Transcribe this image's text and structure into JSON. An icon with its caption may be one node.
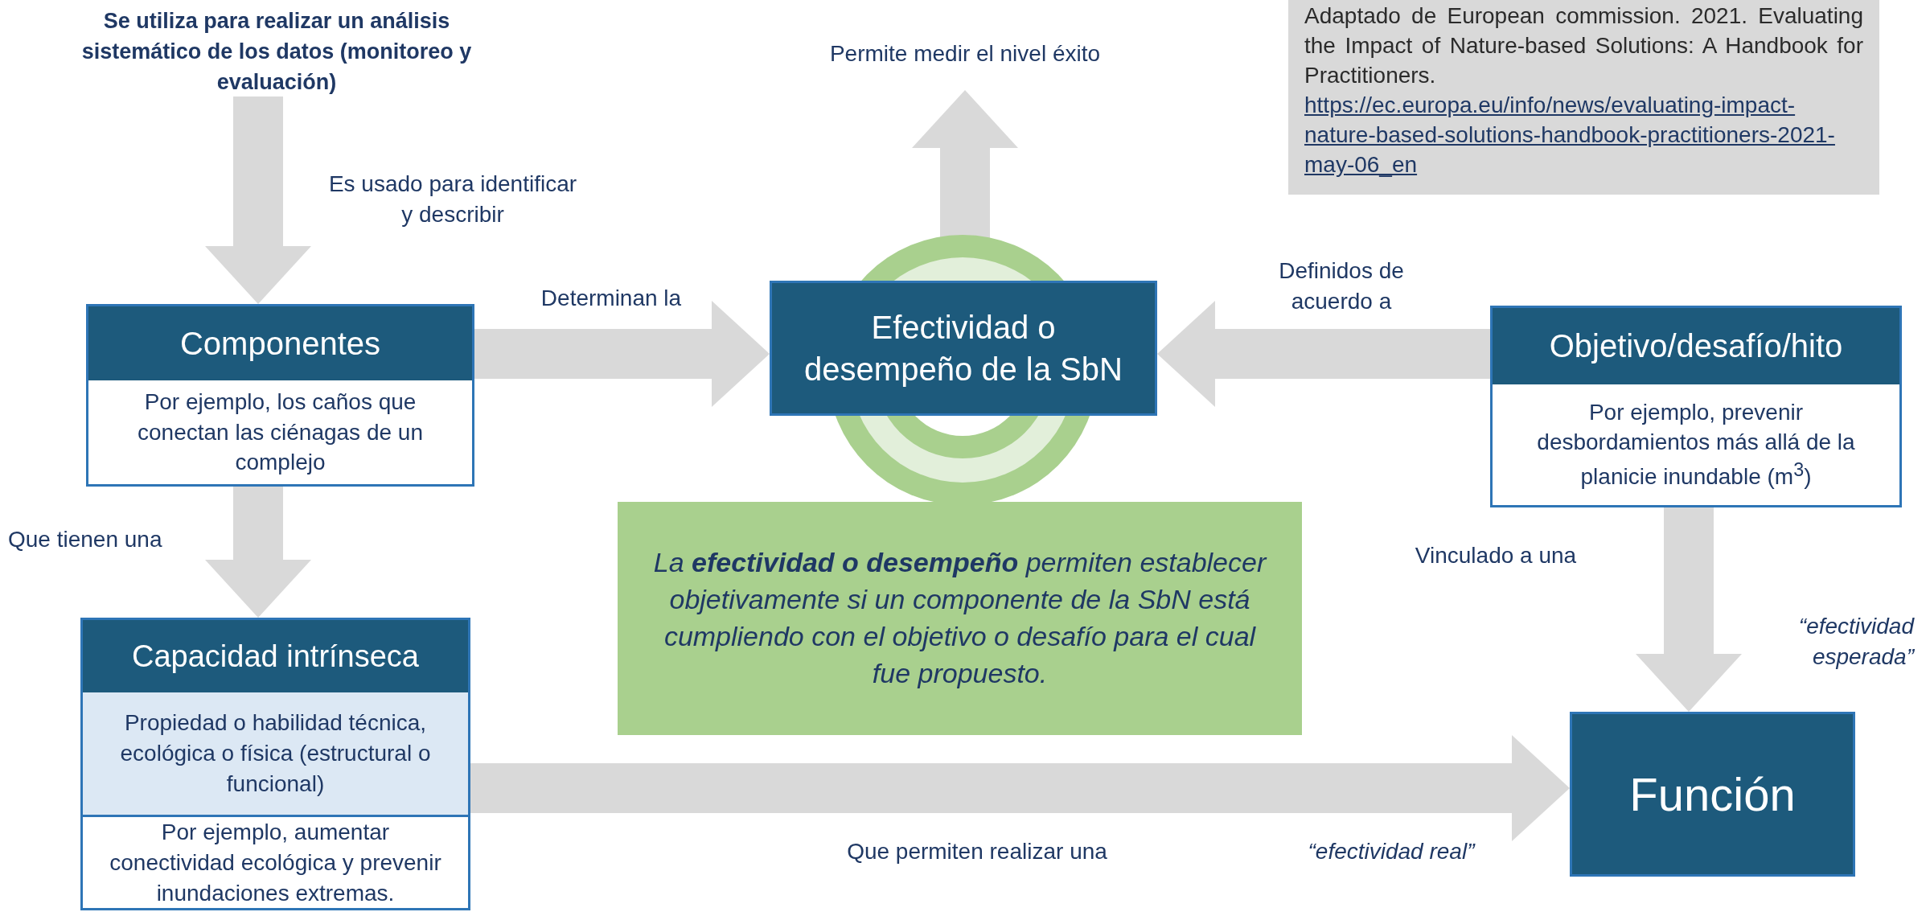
{
  "diagram": {
    "nodes": [
      {
        "text": [
          "Se utiliza para realizar un análisis sistemático de los datos (monitoreo y evaluación)"
        ]
      },
      {
        "text": [
          "Componentes",
          "Por ejemplo, los caños que conectan las ciénagas de un complejo"
        ]
      },
      {
        "text": [
          "Efectividad o desempeño de la SbN"
        ]
      },
      {
        "text": [
          "Objetivo/desafío/hito",
          "Por ejemplo, prevenir desbordamientos más allá de la planicie inundable (m$^{3}$)"
        ]
      },
      {
        "text": [
          "Capacidad intrínseca",
          "Propiedad o habilidad técnica, ecológica o física (estructural o funcional)",
          "Por ejemplo, aumentar conectividad ecológica y prevenir inundaciones extremas."
        ]
      },
      {
        "text": [
          "Función"
        ]
      },
      {
        "text": [
          "La **efectividad o desempeño** permiten establecer objetivamente si un componente de la SbN está cumpliendo con el objetivo o desafío para el cual fue propuesto."
        ]
      },
      {
        "text": [
          "Adaptado de European commission. 2021. Evaluating the Impact of Nature-based Solutions: A Handbook for Practitioners.",
          "https://ec.europa.eu/info/news/evaluating-impact-nature-based-solutions-handbook-practitioners-2021-may-06_en"
        ]
      }
    ],
    "edges": [
      {
        "from": 0,
        "to": 1,
        "arrow": "to",
        "label": "Es usado para identificar y describir"
      },
      {
        "from": 1,
        "to": 2,
        "arrow": "to",
        "label": "Determinan la"
      },
      {
        "from": 2,
        "to": null,
        "arrow": "to",
        "label": "Permite medir el nivel éxito"
      },
      {
        "from": 3,
        "to": 2,
        "arrow": "to",
        "label": "Definidos de acuerdo a"
      },
      {
        "from": 1,
        "to": 4,
        "arrow": "to",
        "label": "Que tienen una"
      },
      {
        "from": 3,
        "to": 5,
        "arrow": "to",
        "label": "Vinculado a una"
      },
      {
        "from": 4,
        "to": 5,
        "arrow": "to",
        "label": "Que permiten realizar una"
      }
    ],
    "labels": [
      "“efectividad esperada”",
      "“efectividad real”"
    ]
  }
}
